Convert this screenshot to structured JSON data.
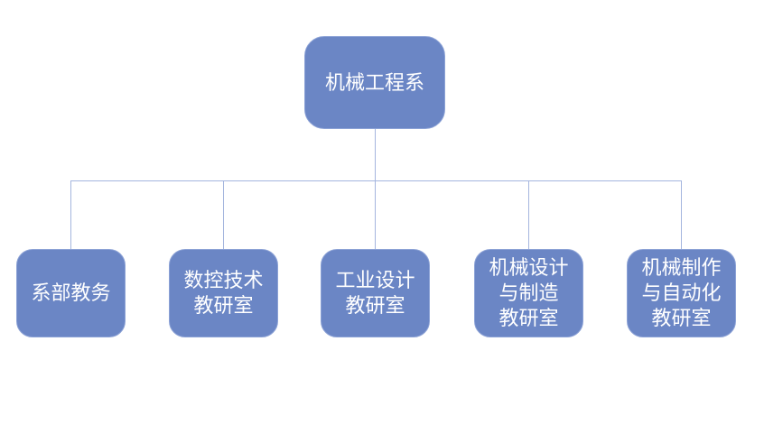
{
  "diagram": {
    "type": "org-chart",
    "root": {
      "label": "机械工程系"
    },
    "children": [
      {
        "label": "系部教务"
      },
      {
        "label": "数控技术\n教研室"
      },
      {
        "label": "工业设计\n教研室"
      },
      {
        "label": "机械设计\n与制造\n教研室"
      },
      {
        "label": "机械制作\n与自动化\n教研室"
      }
    ]
  },
  "colors": {
    "node_fill": "#6B86C5",
    "node_border": "#8CA2D6",
    "node_text": "#FFFFFF",
    "connector": "#A4B5DE",
    "background": "#FFFFFF"
  }
}
